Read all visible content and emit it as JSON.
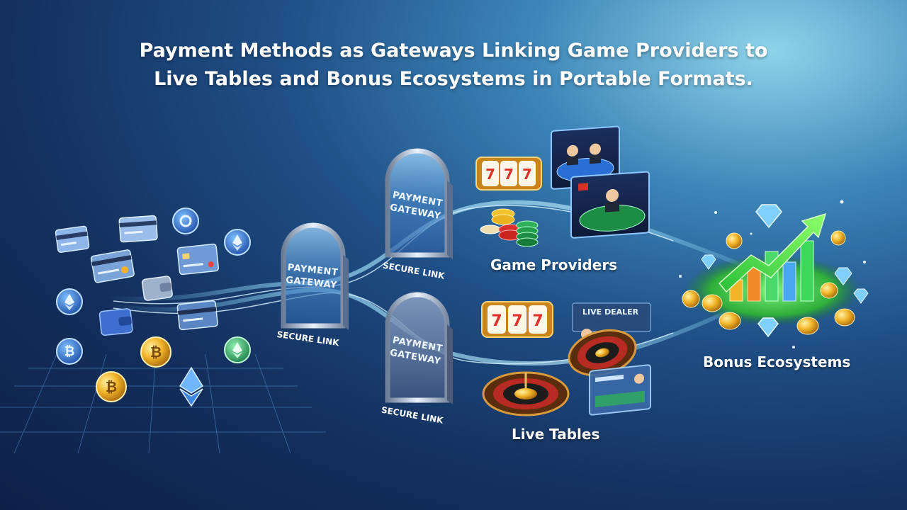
{
  "title": {
    "line1": "Payment Methods as Gateways Linking Game Providers to",
    "line2": "Live Tables and Bonus Ecosystems in Portable Formats."
  },
  "gateways": [
    {
      "label_line1": "PAYMENT",
      "label_line2": "GATEWAY",
      "link_label": "SECURE LINK"
    },
    {
      "label_line1": "PAYMENT",
      "label_line2": "GATEWAY",
      "link_label": "SECURE LINK"
    },
    {
      "label_line1": "PAYMENT",
      "label_line2": "GATEWAY",
      "link_label": "SECURE LINK"
    }
  ],
  "labels": {
    "game_providers": "Game Providers",
    "live_tables": "Live Tables",
    "bonus_ecosystems": "Bonus Ecosystems",
    "live_dealer": "LIVE DEALER"
  },
  "colors": {
    "accent_glow": "#7fd8ff",
    "gold": "#f2b52a",
    "bitcoin": "#f7931a",
    "ethereum": "#5aa0ff",
    "felt_blue": "#2a6fd6",
    "felt_green": "#1d8c44",
    "growth_arrow": "#3fd94f"
  },
  "icons": [
    "credit-card-icon",
    "wallet-icon",
    "bitcoin-icon",
    "ethereum-icon",
    "slot-machine-icon",
    "poker-chip-icon",
    "roulette-icon",
    "diamond-icon",
    "coin-icon",
    "bar-chart-icon"
  ]
}
